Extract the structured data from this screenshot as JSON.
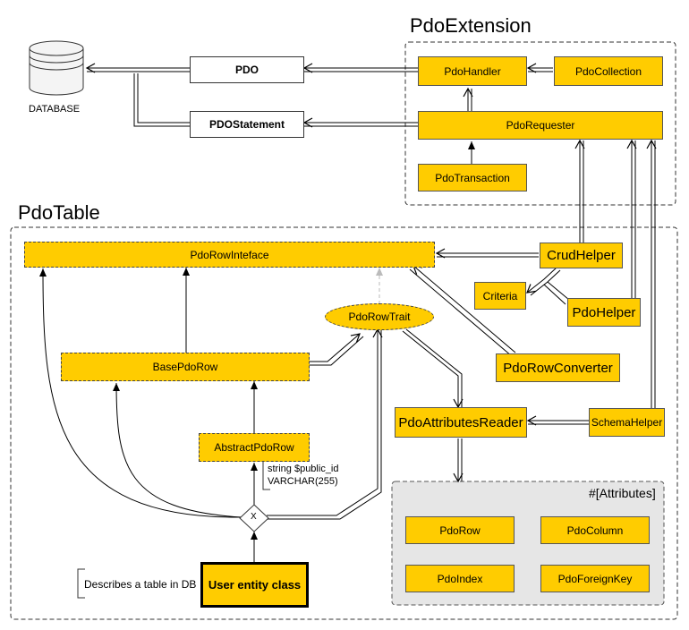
{
  "groups": {
    "pdo_extension": "PdoExtension",
    "pdo_table": "PdoTable",
    "attributes": "#[Attributes]"
  },
  "database": {
    "label": "DATABASE"
  },
  "nodes": {
    "pdo": "PDO",
    "pdo_statement": "PDOStatement",
    "pdo_handler": "PdoHandler",
    "pdo_collection": "PdoCollection",
    "pdo_requester": "PdoRequester",
    "pdo_transaction": "PdoTransaction",
    "pdo_row_interface": "PdoRowInteface",
    "crud_helper": "CrudHelper",
    "criteria": "Criteria",
    "pdo_helper": "PdoHelper",
    "pdo_row_trait": "PdoRowTrait",
    "base_pdo_row": "BasePdoRow",
    "pdo_row_converter": "PdoRowConverter",
    "pdo_attributes_reader": "PdoAttributesReader",
    "schema_helper": "SchemaHelper",
    "abstract_pdo_row": "AbstractPdoRow",
    "pdo_row": "PdoRow",
    "pdo_column": "PdoColumn",
    "pdo_index": "PdoIndex",
    "pdo_foreign_key": "PdoForeignKey",
    "user_entity_class": "User entity class"
  },
  "junction": {
    "label": "X"
  },
  "notes": {
    "column_line1": "string $public_id",
    "column_line2": "VARCHAR(255)",
    "describes": "Describes a table in DB"
  },
  "colors": {
    "node_fill": "#ffcc00",
    "attributes_bg": "#e6e6e6"
  }
}
